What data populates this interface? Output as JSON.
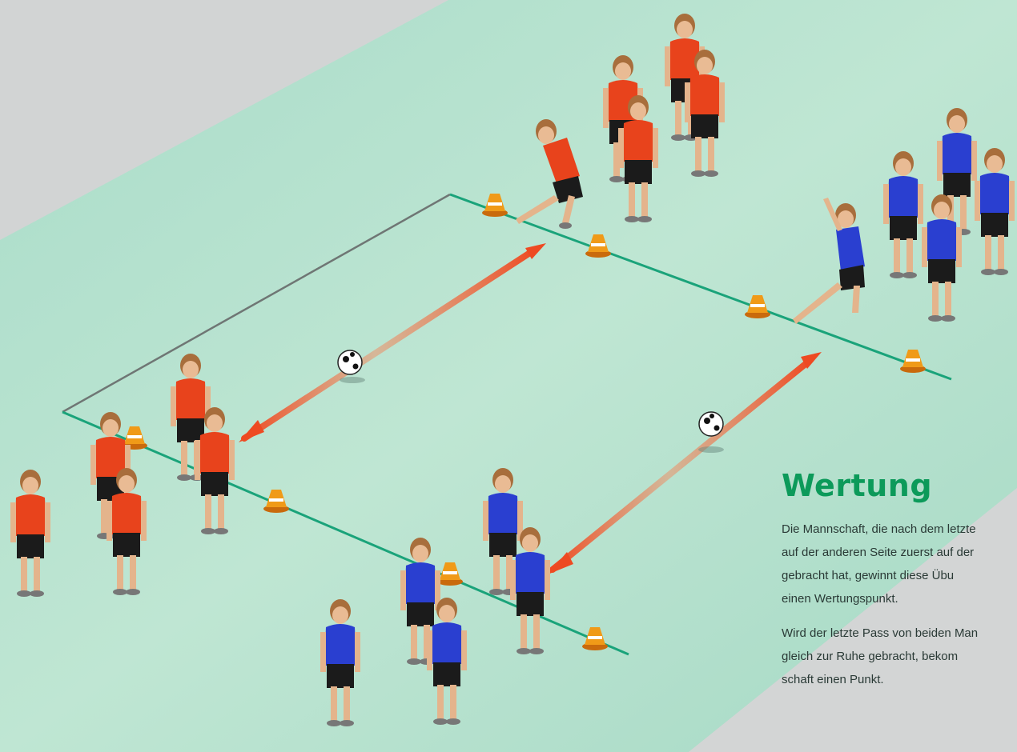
{
  "wertung": {
    "title": "Wertung",
    "paragraph_1": [
      "Die Mannschaft, die nach dem letzte",
      "auf der anderen Seite zuerst auf der",
      "gebracht hat, gewinnt diese Übu",
      "einen Wertungspunkt."
    ],
    "paragraph_2": [
      "Wird der letzte Pass von beiden Man",
      "gleich zur Ruhe gebracht, bekom",
      "schaft einen Punkt."
    ]
  },
  "colors": {
    "team_red": "#e8431c",
    "team_blue": "#2a3fd0",
    "field": "#a9dcc8",
    "pass_arrow": "#ee4a22",
    "cone": "#f09a18",
    "line": "#1aa37a",
    "heading": "#0c9a5a"
  }
}
